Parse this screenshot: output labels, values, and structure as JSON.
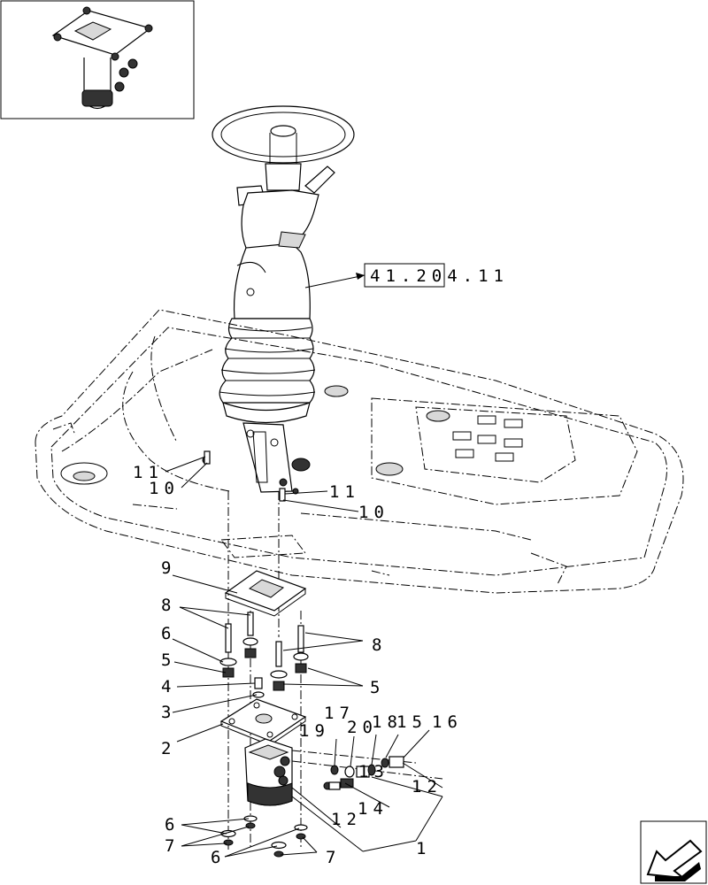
{
  "reference_box": {
    "text": "41.204.11"
  },
  "callouts": {
    "c1": "1",
    "c2": "2",
    "c3": "3",
    "c4": "4",
    "c5a": "5",
    "c5b": "5",
    "c6a": "6",
    "c6b": "6",
    "c6c": "6",
    "c7a": "7",
    "c7b": "7",
    "c8a": "8",
    "c8b": "8",
    "c9": "9",
    "c10a": "10",
    "c10b": "10",
    "c11a": "11",
    "c11b": "11",
    "c12a": "12",
    "c12b": "12",
    "c13": "13",
    "c14": "14",
    "c15": "15",
    "c16": "16",
    "c17": "17",
    "c18": "18",
    "c19": "19",
    "c20": "20"
  }
}
